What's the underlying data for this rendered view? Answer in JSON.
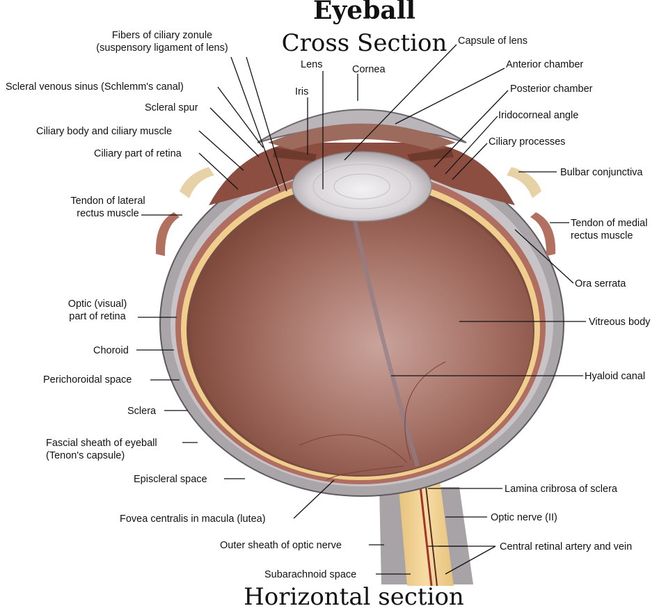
{
  "title": "Eyeball",
  "subtitle": "Cross Section",
  "footer_title": "Horizontal section",
  "labels": {
    "fibers_ciliary_zonule_1": "Fibers of ciliary zonule",
    "fibers_ciliary_zonule_2": "(suspensory ligament of lens)",
    "scleral_venous_sinus": "Scleral venous sinus (Schlemm's canal)",
    "scleral_spur": "Scleral spur",
    "ciliary_body": "Ciliary body and ciliary muscle",
    "ciliary_part_retina": "Ciliary part of retina",
    "tendon_lateral_1": "Tendon of lateral",
    "tendon_lateral_2": "rectus muscle",
    "optic_part_retina_1": "Optic (visual)",
    "optic_part_retina_2": "part of retina",
    "choroid": "Choroid",
    "perichoroidal_space": "Perichoroidal space",
    "sclera": "Sclera",
    "fascial_sheath_1": "Fascial sheath of eyeball",
    "fascial_sheath_2": "(Tenon's capsule)",
    "episcleral_space": "Episcleral space",
    "fovea_centralis": "Fovea centralis in macula (lutea)",
    "outer_sheath": "Outer sheath of optic nerve",
    "subarachnoid_space": "Subarachnoid space",
    "lens": "Lens",
    "iris": "Iris",
    "cornea": "Cornea",
    "capsule_of_lens": "Capsule of lens",
    "anterior_chamber": "Anterior chamber",
    "posterior_chamber": "Posterior chamber",
    "iridocorneal_angle": "Iridocorneal angle",
    "ciliary_processes": "Ciliary processes",
    "bulbar_conjunctiva": "Bulbar conjunctiva",
    "tendon_medial_1": "Tendon of medial",
    "tendon_medial_2": "rectus muscle",
    "ora_serrata": "Ora serrata",
    "vitreous_body": "Vitreous body",
    "hyaloid_canal": "Hyaloid canal",
    "lamina_cribrosa": "Lamina cribrosa of sclera",
    "optic_nerve": "Optic nerve (II)",
    "central_retinal": "Central retinal artery and vein"
  },
  "colors": {
    "vitreous": "#8a5a4e",
    "sclera": "#a7a2a6",
    "retina_band": "#f0cf8e",
    "choroid_band": "#b06e60",
    "lens": "#d9d6d8",
    "nerve": "#f1d08f"
  }
}
